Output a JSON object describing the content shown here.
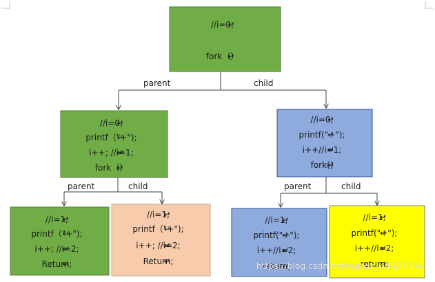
{
  "colors": {
    "green": "#70ad47",
    "blue": "#8faadc",
    "peach": "#f8cbad",
    "yellow": "#ffff00",
    "line": "#3f3f3f"
  },
  "nodes": {
    "root": {
      "lines": [
        "//i=0;",
        "fork（）"
      ],
      "color": "green"
    },
    "p1": {
      "lines": [
        "//i=0;",
        "printf（\"+\");",
        "i++;  //i=1;",
        "fork（）"
      ],
      "color": "green"
    },
    "c1": {
      "lines": [
        "//i=0;",
        "printf(\"+\");",
        "i++//i=1;",
        "fork()"
      ],
      "color": "blue"
    },
    "p1p": {
      "lines": [
        "//i=1;",
        "printf（\"+\");",
        "i++;  //i=2;",
        "Return;"
      ],
      "color": "green"
    },
    "p1c": {
      "lines": [
        "//i=1;",
        "printf（\"+\");",
        "i++;  //i=2;",
        "Return;"
      ],
      "color": "peach"
    },
    "c1p": {
      "lines": [
        "//i=1;",
        "printf(\"+\");",
        "i++//i=2;",
        "return;"
      ],
      "color": "blue"
    },
    "c1c": {
      "lines": [
        "//i=1;",
        "printf(\"+\");",
        "i++//i=2;",
        "return;"
      ],
      "color": "yellow"
    }
  },
  "edge_labels": {
    "top_parent": "parent",
    "top_child": "child",
    "left_parent": "parent",
    "left_child": "child",
    "right_parent": "parent",
    "right_child": "child"
  },
  "watermark": "https://blog.csdn.net/weixin_44027734"
}
